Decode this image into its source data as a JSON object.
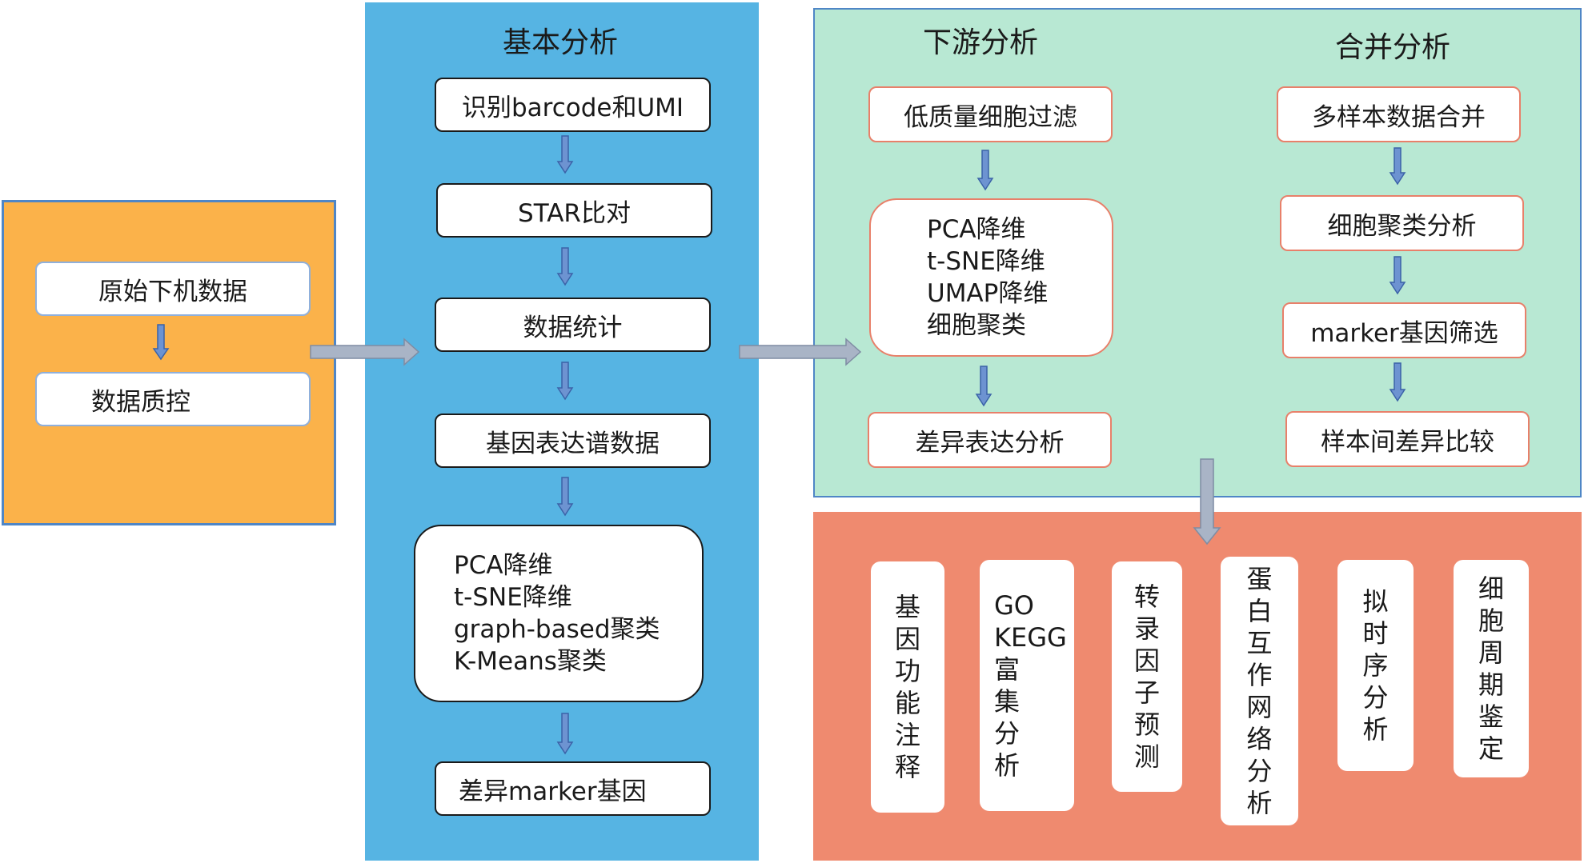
{
  "raw": {
    "nodes": [
      "原始下机数据",
      "数据质控"
    ]
  },
  "basic": {
    "title": "基本分析",
    "nodes": [
      "识别barcode和UMI",
      "STAR比对",
      "数据统计",
      "基因表达谱数据"
    ],
    "cluster_lines": [
      "PCA降维",
      "t-SNE降维",
      "graph-based聚类",
      "K-Means聚类"
    ],
    "final": "差异marker基因"
  },
  "downstream": {
    "title": "下游分析",
    "filter": "低质量细胞过滤",
    "dr_lines": [
      "PCA降维",
      "t-SNE降维",
      "UMAP降维",
      "细胞聚类"
    ],
    "diff": "差异表达分析"
  },
  "merge": {
    "title": "合并分析",
    "nodes": [
      "多样本数据合并",
      "细胞聚类分析",
      "marker基因筛选",
      "样本间差异比较"
    ]
  },
  "advanced": {
    "cards": [
      {
        "lines": [
          "基",
          "因",
          "功",
          "能",
          "注",
          "释"
        ]
      },
      {
        "lines": [
          "GO",
          "KEGG",
          "富",
          "集",
          "分",
          "析"
        ]
      },
      {
        "lines": [
          "转",
          "录",
          "因",
          "子",
          "预",
          "测"
        ]
      },
      {
        "lines": [
          "蛋",
          "白",
          "互",
          "作",
          "网",
          "络",
          "分",
          "析"
        ]
      },
      {
        "lines": [
          "拟",
          "时",
          "序",
          "分",
          "析"
        ]
      },
      {
        "lines": [
          "细",
          "胞",
          "周",
          "期",
          "鉴",
          "定"
        ]
      }
    ]
  },
  "colors": {
    "raw_panel": "#FBB24A",
    "basic_panel": "#56B4E3",
    "downstream_panel": "#B8E8D3",
    "advanced_panel": "#EF8A6F",
    "arrow_blue": "#4472C4",
    "arrow_gray": "#A9B4C6"
  }
}
